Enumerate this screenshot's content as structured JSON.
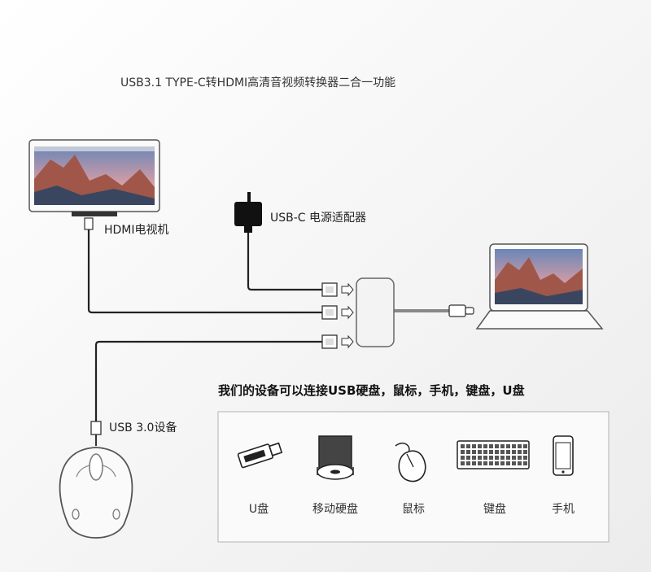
{
  "title": "USB3.1 TYPE-C转HDMI高清音视频转换器二合一功能",
  "labels": {
    "hdmi_tv": "HDMI电视机",
    "usb_c_power": "USB-C 电源适配器",
    "usb3_device": "USB 3.0设备",
    "devices_heading": "我们的设备可以连接USB硬盘，鼠标，手机，键盘，U盘"
  },
  "devices": [
    {
      "label": "U盘",
      "icon": "usb-flash-drive-icon"
    },
    {
      "label": "移动硬盘",
      "icon": "external-hard-drive-icon"
    },
    {
      "label": "鼠标",
      "icon": "mouse-icon"
    },
    {
      "label": "键盘",
      "icon": "keyboard-icon"
    },
    {
      "label": "手机",
      "icon": "phone-icon"
    }
  ],
  "colors": {
    "cable": "#222222",
    "hub": "#f3f3f3",
    "box_border": "#bdbdbd"
  }
}
